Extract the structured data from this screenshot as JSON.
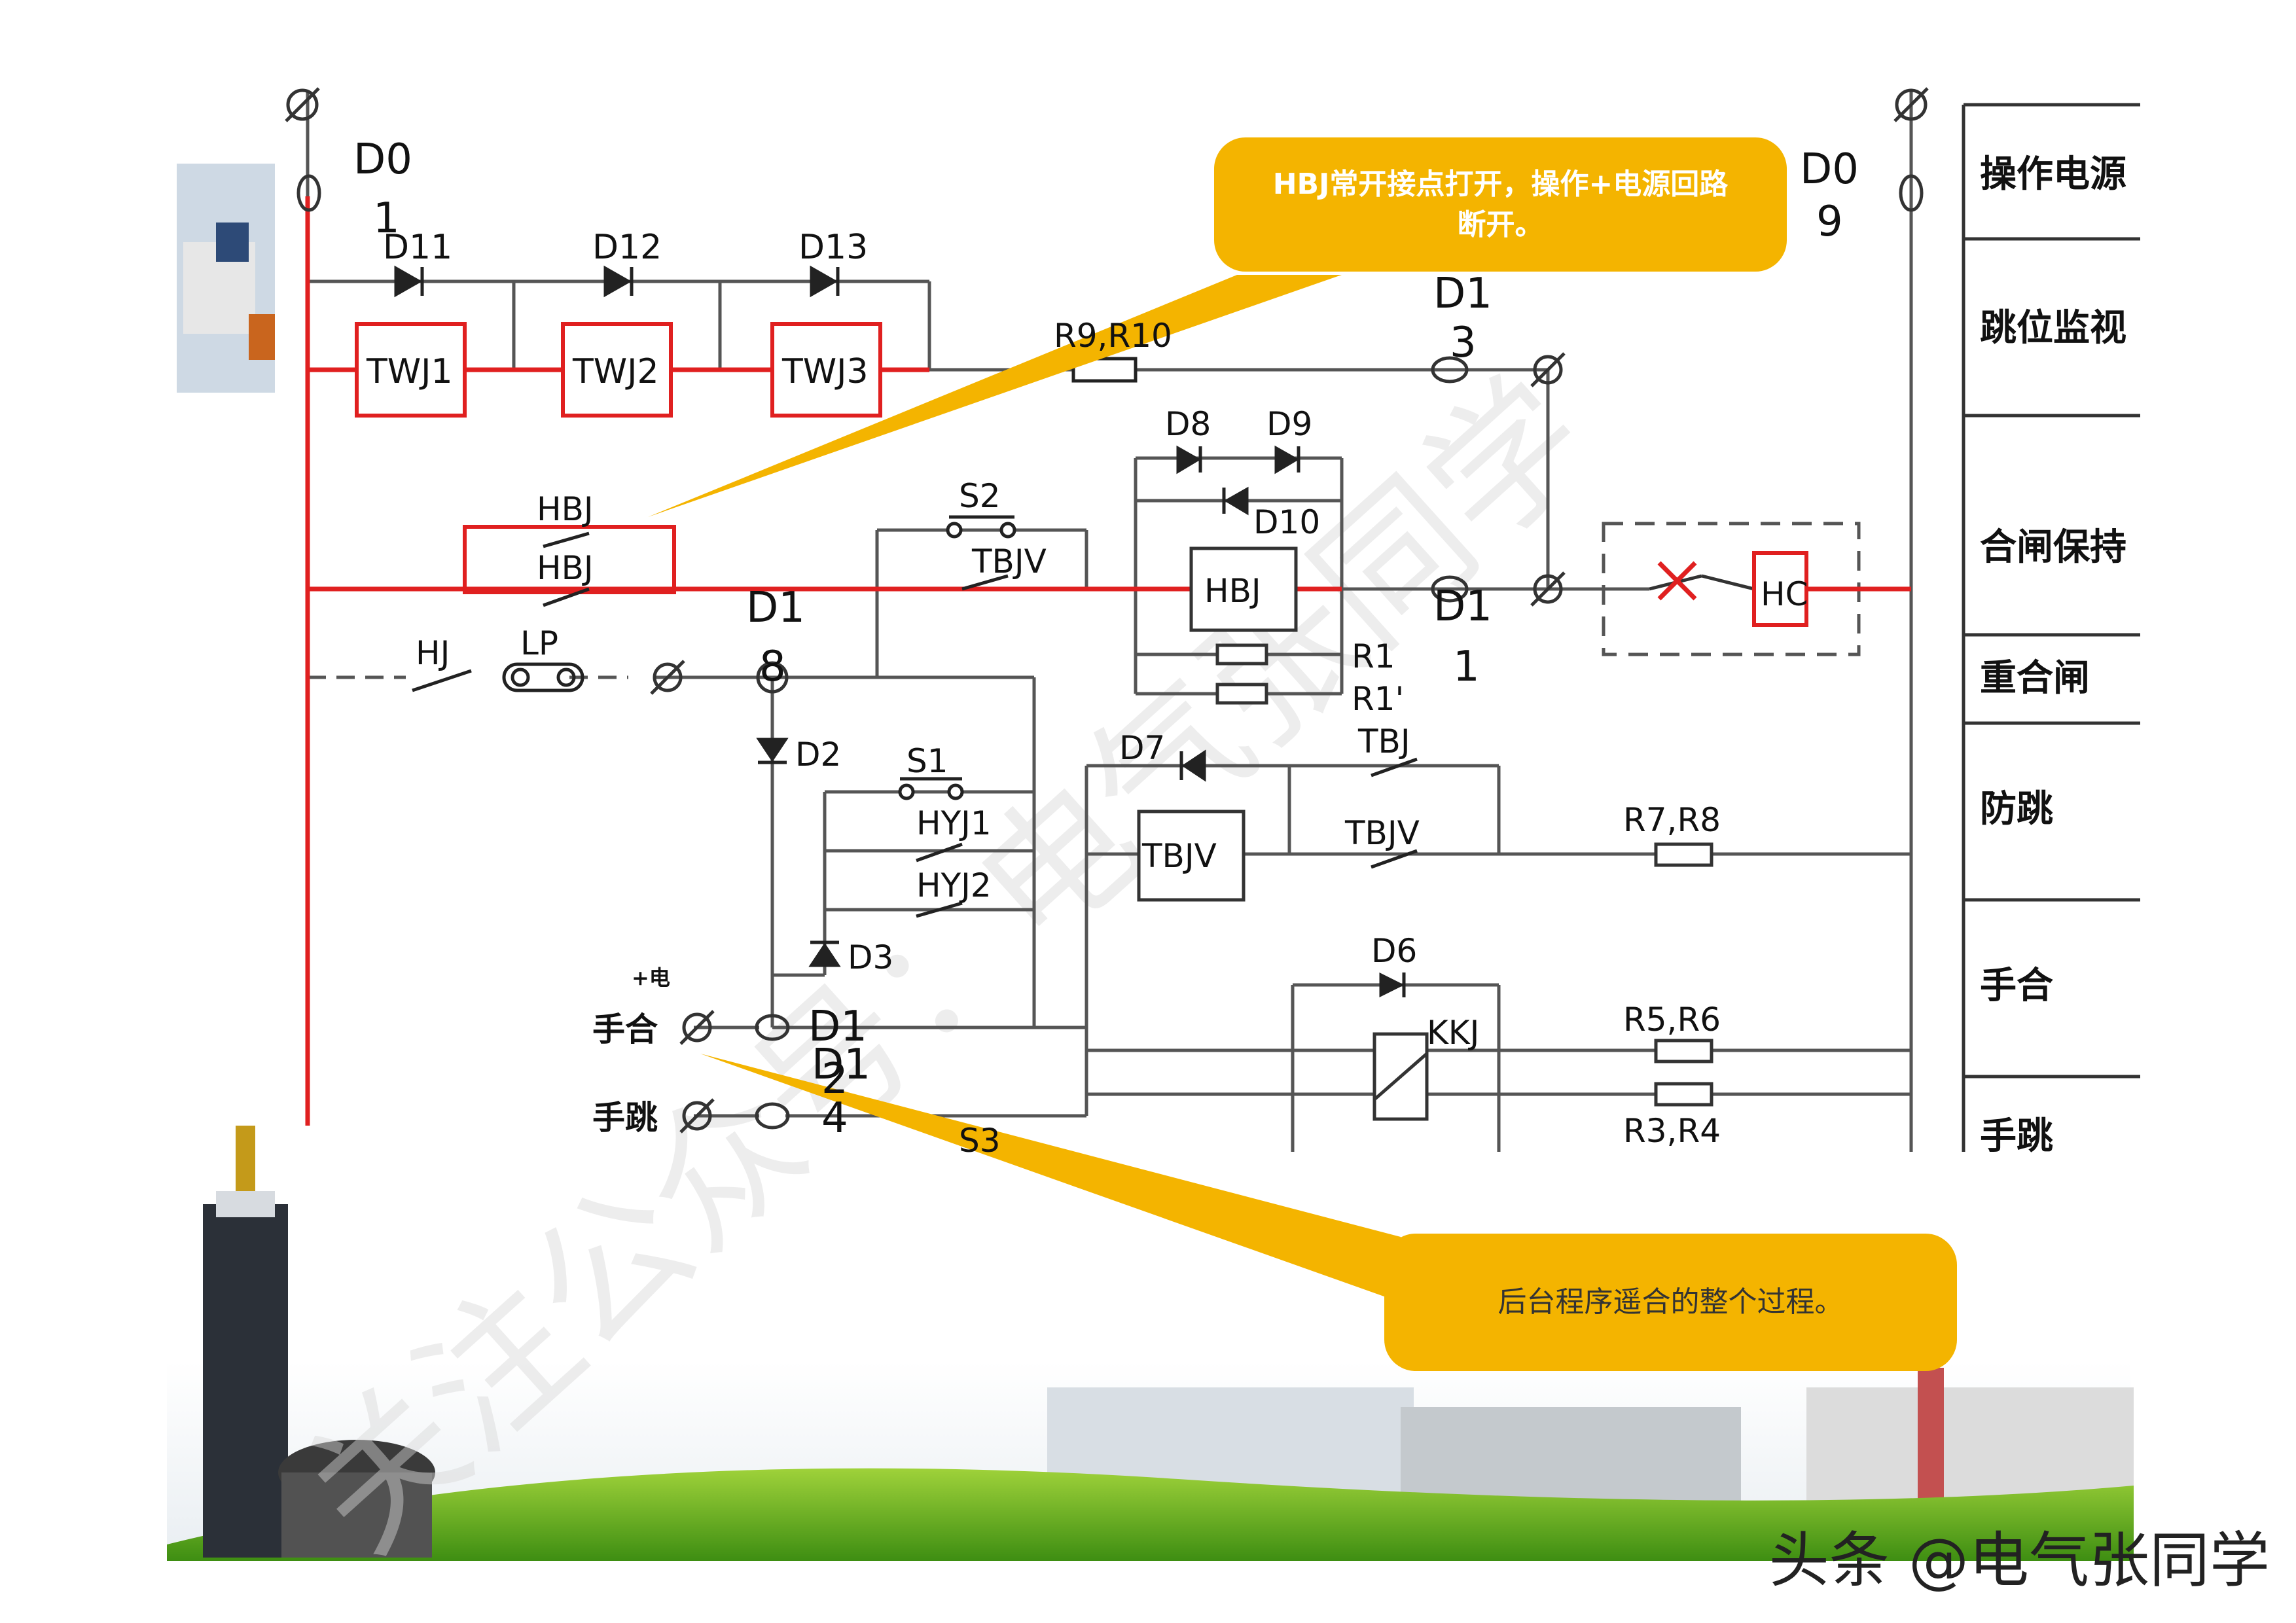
{
  "terminals": {
    "d01_top": "D0",
    "d01_bot": "1",
    "d09_top": "D0",
    "d09_bot": "9",
    "d13_top": "D1",
    "d13_bot": "3",
    "d11_top": "D1",
    "d11_bot": "1",
    "d18_top": "D1",
    "d18_bot": "8",
    "d12_top": "D1",
    "d12_bot": "2",
    "d14_top": "D1",
    "d14_bot": "4",
    "d1_extra": "D1",
    "d1_extra2": "1"
  },
  "components": {
    "d11": "D11",
    "d12": "D12",
    "d13": "D13",
    "twj1": "TWJ1",
    "twj2": "TWJ2",
    "twj3": "TWJ3",
    "r9r10": "R9,R10",
    "hbj_a": "HBJ",
    "hbj_b": "HBJ",
    "hbj_coil": "HBJ",
    "d8": "D8",
    "d9": "D9",
    "d10": "D10",
    "s2": "S2",
    "tbjv1": "TBJV",
    "r1": "R1",
    "r1p": "R1'",
    "hc": "HC",
    "hj": "HJ",
    "lp": "LP",
    "d2": "D2",
    "s1": "S1",
    "hyj1": "HYJ1",
    "hyj2": "HYJ2",
    "d3": "D3",
    "d7": "D7",
    "tbj": "TBJ",
    "tbjv_coil": "TBJV",
    "tbjv2": "TBJV",
    "r7r8": "R7,R8",
    "d6": "D6",
    "kkj": "KKJ",
    "r5r6": "R5,R6",
    "r3r4": "R3,R4",
    "s3": "S3",
    "plus_dian": "+电",
    "shouhe": "手合",
    "shoutiao": "手跳"
  },
  "legend": [
    "操作电源",
    "跳位监视",
    "合闸保持",
    "重合闸",
    "防跳",
    "手合",
    "手跳"
  ],
  "callouts": {
    "callout1_line1": "HBJ常开接点打开，操作+电源回路",
    "callout1_line2": "断开。",
    "callout2": "后台程序遥合的整个过程。"
  },
  "watermark_bg": "关注公众号：电气张同学",
  "watermark_footer": "头条 @电气张同学",
  "colors": {
    "red_wire": "#e02020",
    "callout": "#f4b400",
    "wire": "#555555"
  }
}
